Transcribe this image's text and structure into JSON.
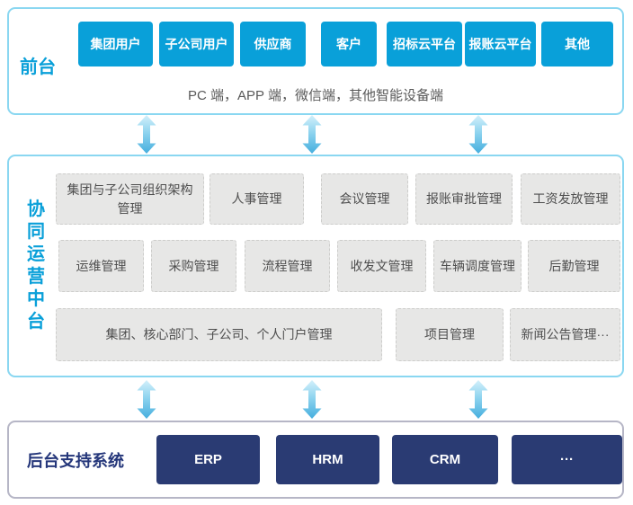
{
  "front": {
    "label": "前台",
    "boxes": [
      "集团用户",
      "子公司用户",
      "供应商",
      "客户",
      "招标云平台",
      "报账云平台",
      "其他"
    ],
    "subtitle": "PC 端，APP 端，微信端，其他智能设备端"
  },
  "middle": {
    "label": "协同运营中台",
    "rows": [
      [
        "集团与子公司组织架构管理",
        "人事管理",
        "会议管理",
        "报账审批管理",
        "工资发放管理"
      ],
      [
        "运维管理",
        "采购管理",
        "流程管理",
        "收发文管理",
        "车辆调度管理",
        "后勤管理"
      ],
      [
        "集团、核心部门、子公司、个人门户管理",
        "项目管理",
        "新闻公告管理···"
      ]
    ]
  },
  "backend": {
    "label": "后台支持系统",
    "boxes": [
      "ERP",
      "HRM",
      "CRM",
      "···"
    ]
  },
  "icons": {
    "between_layers": "double-arrow-icon"
  },
  "colors": {
    "accent_cyan": "#09a0d9",
    "panel_border_cyan": "#8ad7f1",
    "backend_panel_border": "#b6b6c6",
    "navy_box": "#2a3b73",
    "backend_label_navy": "#24367a",
    "gray_box_fill": "#e7e7e6",
    "gray_box_border": "#cdcdcb",
    "gray_box_text": "#4e4e4e",
    "subtitle_text": "#595959",
    "arrow_gradient_top": "#d3f0fb",
    "arrow_gradient_bottom": "#45aede"
  }
}
